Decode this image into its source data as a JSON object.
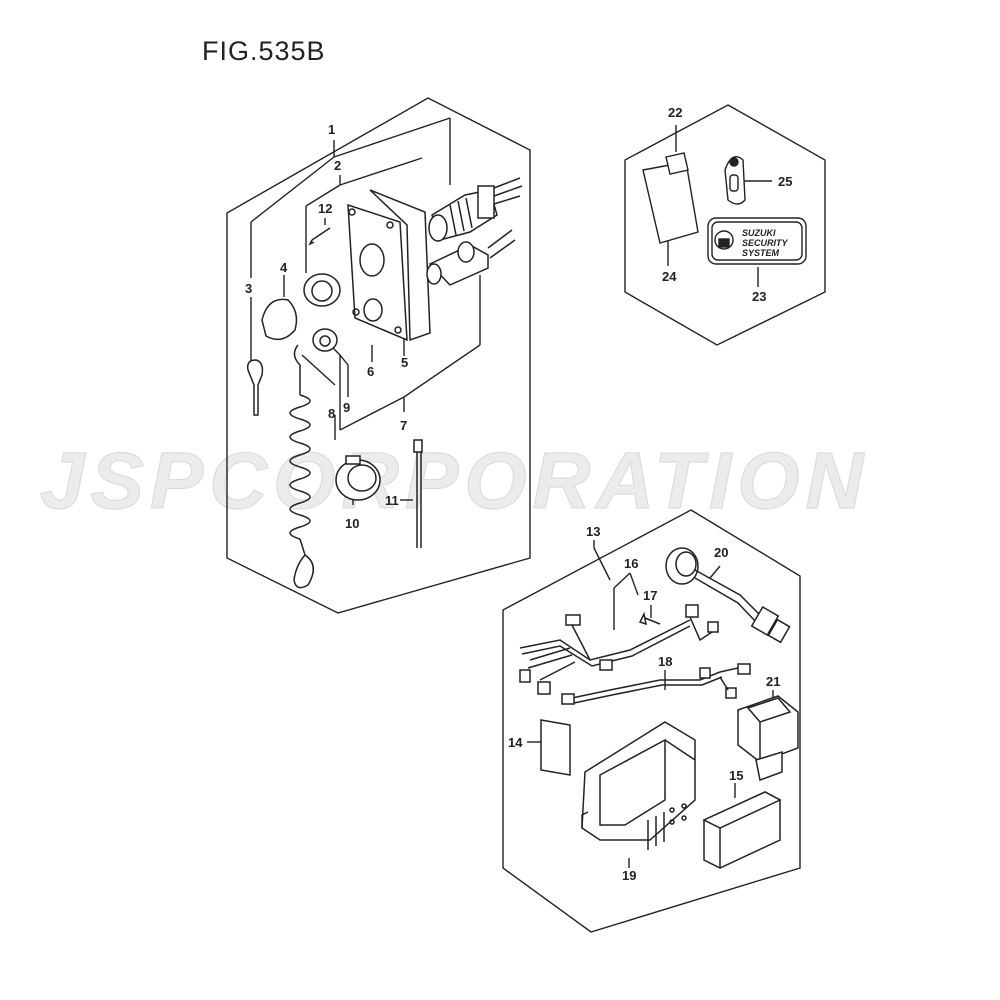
{
  "figure": {
    "title": "FIG.535B"
  },
  "watermark": {
    "text": "JSPCORPORATION"
  },
  "badge": {
    "line1": "SUZUKI",
    "line2": "SECURITY",
    "line3": "SYSTEM"
  },
  "callouts": {
    "c1": "1",
    "c2": "2",
    "c3": "3",
    "c4": "4",
    "c5": "5",
    "c6": "6",
    "c7": "7",
    "c8": "8",
    "c9": "9",
    "c10": "10",
    "c11": "11",
    "c12": "12",
    "c13": "13",
    "c14": "14",
    "c15": "15",
    "c16": "16",
    "c17": "17",
    "c18": "18",
    "c19": "19",
    "c20": "20",
    "c21": "21",
    "c22": "22",
    "c23": "23",
    "c24": "24",
    "c25": "25"
  },
  "colors": {
    "line": "#222222",
    "watermark": "#e9e9e9"
  }
}
